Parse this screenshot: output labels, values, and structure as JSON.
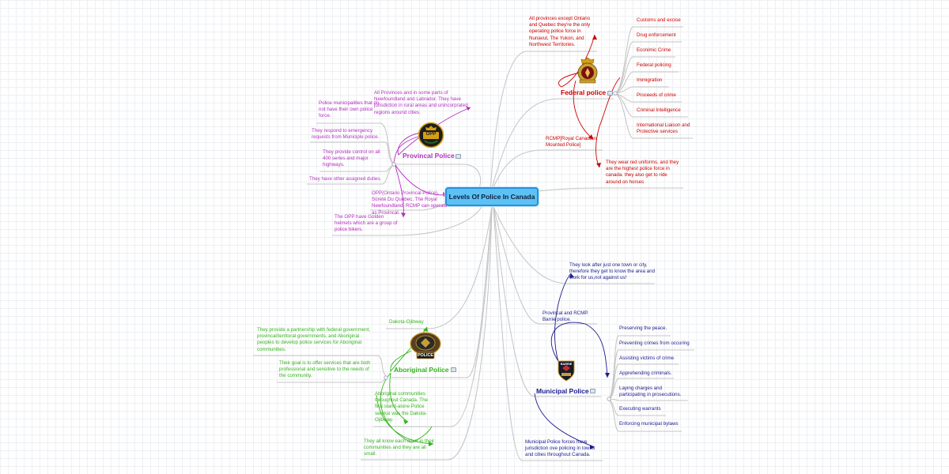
{
  "center": {
    "label": "Levels Of Police In Canada"
  },
  "federal": {
    "title": "Federal police",
    "jurisdiction": "All provinces except Ontario and Quebec they're the only operating police force in Nunavut, The Yukon, and Northwest Territories.",
    "duties": [
      "Customs and excise",
      "Drug enforcement",
      "Econimic Crime",
      "Federal policing",
      "Immigration",
      "Proceeds of crime",
      "Criminal Intelligence",
      "International Liaison and Protective services"
    ],
    "rcmp": "RCMP[Royal Canadian Mounted Police]",
    "uniform": "They wear red uniforms, and they are the highest police force in canada. they also get to ride around on horses"
  },
  "provincal": {
    "title": "Provincal Police",
    "jurisdiction": "All Provinces and in some parts of Newfoundland and Labrador. They have jurisdiction in rural areas and unincorprated regions around cities.",
    "note1": "Police municipalities that do not have their own police force.",
    "note2": "They respond to emergency requests from Municiple police.",
    "note3": "They provide control on all 400 series and major highways.",
    "note4": "They have other assigned duties.",
    "opp": "OPP(Ontario Provincal Police), Sûreté Du Quebec, The Royal Newfoundland, RCMP can operate as Provincal.",
    "helmets": "The OPP have Golden helmets which are a group of police bikers."
  },
  "aboriginal": {
    "title": "Aboriginal Police",
    "dakota": "Dakota-Ojibway",
    "partnership": "They provide a partnership with federal government, provincal/territoral governments, and Aboriginal peoples to develop police services for Aboriginal communities.",
    "goal": "Their goal is to offer services that are both professional and sensitive to the needs of the community.",
    "communities": "Aboriginal communities throughout Canada. The first stand-alone Police service was the Dakota-Ojibway.",
    "small": "They all know each other in their communities and they are all small."
  },
  "municipal": {
    "title": "Municipal Police",
    "town": "They look after just one town or city, therefore they get to know the area and work for us,not against us!",
    "barrie": "Provincal and RCMP. Barrie police.",
    "duties": [
      "Preserving the peace.",
      "Preventing crimes from occuring",
      "Assisting victims of crime",
      "Apprehending criminals.",
      "Laying charges and participating in prosecutions.",
      "Executing warrants",
      "Enforcing municipal bylaws"
    ],
    "jurisdiction": "Municipal Police forces have jurisdiction ove policing in towns and cities throughout Canada."
  },
  "badges": {
    "opp": "OPP",
    "aboriginal": "POLICE",
    "barrie": "BARRIE"
  },
  "colors": {
    "federal": "#cc0000",
    "provincal": "#b22fbf",
    "aboriginal": "#34b31c",
    "municipal": "#1a1a8c",
    "center_fill": "#5ec1f3",
    "center_border": "#2a8fd8",
    "link": "#c4c4c4"
  }
}
